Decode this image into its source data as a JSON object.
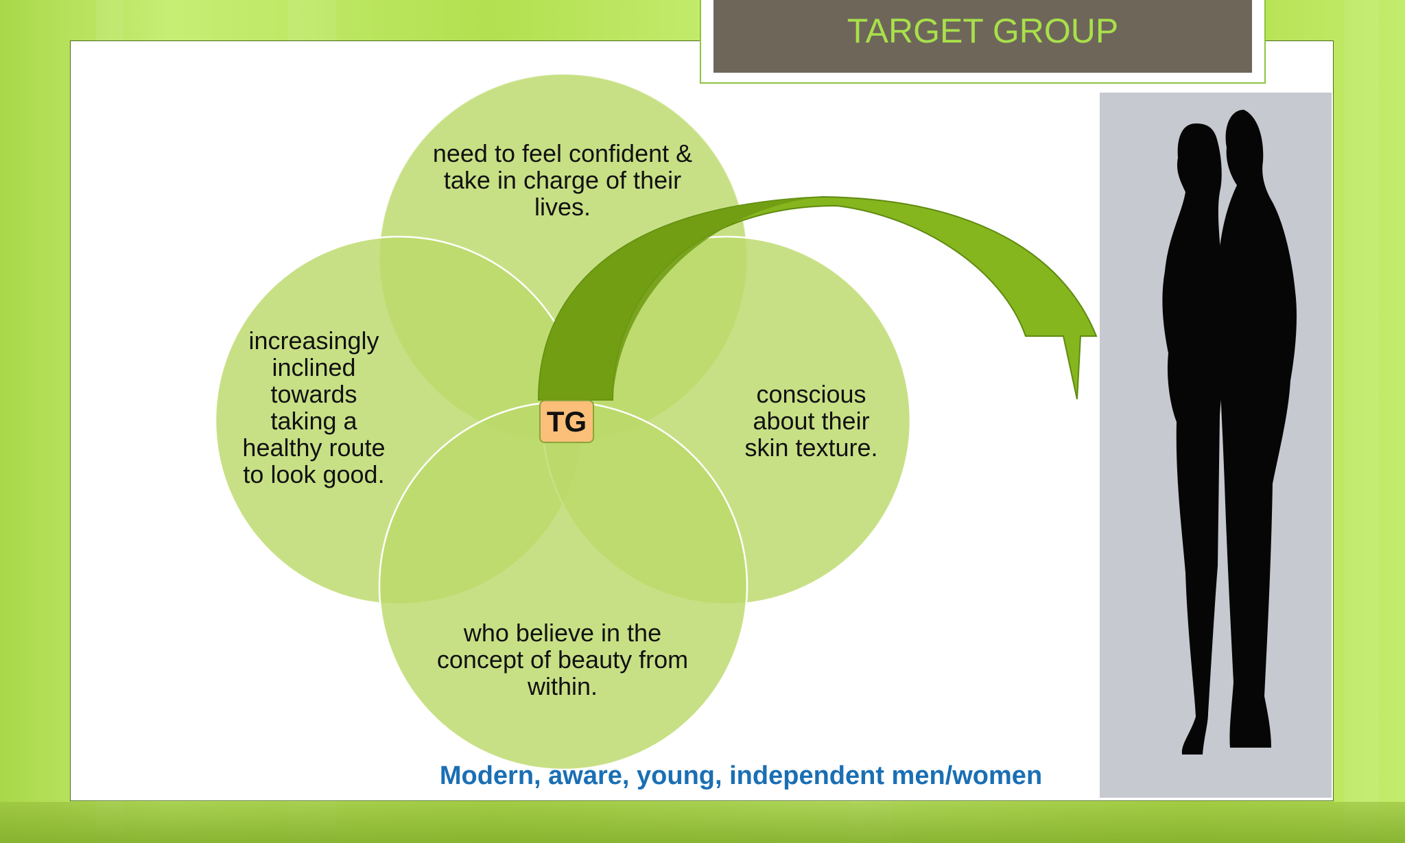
{
  "title": "TARGET GROUP",
  "center_label": "TG",
  "circles": {
    "top": "need to feel confident & take in charge of their lives.",
    "left": "increasingly inclined towards taking a healthy route to look good.",
    "right": "conscious about their skin texture.",
    "bottom": "who believe in the concept of beauty from within."
  },
  "caption": "Modern, aware, young, independent men/women",
  "colors": {
    "circle_fill": "#c5e07a",
    "title_text": "#a8e04a",
    "title_bg": "#6f665a",
    "caption_text": "#1a6fb4",
    "tg_box": "#fbbf79",
    "arrow": "#7aa616"
  },
  "icons": {
    "silhouette": "couple-silhouette-icon"
  }
}
